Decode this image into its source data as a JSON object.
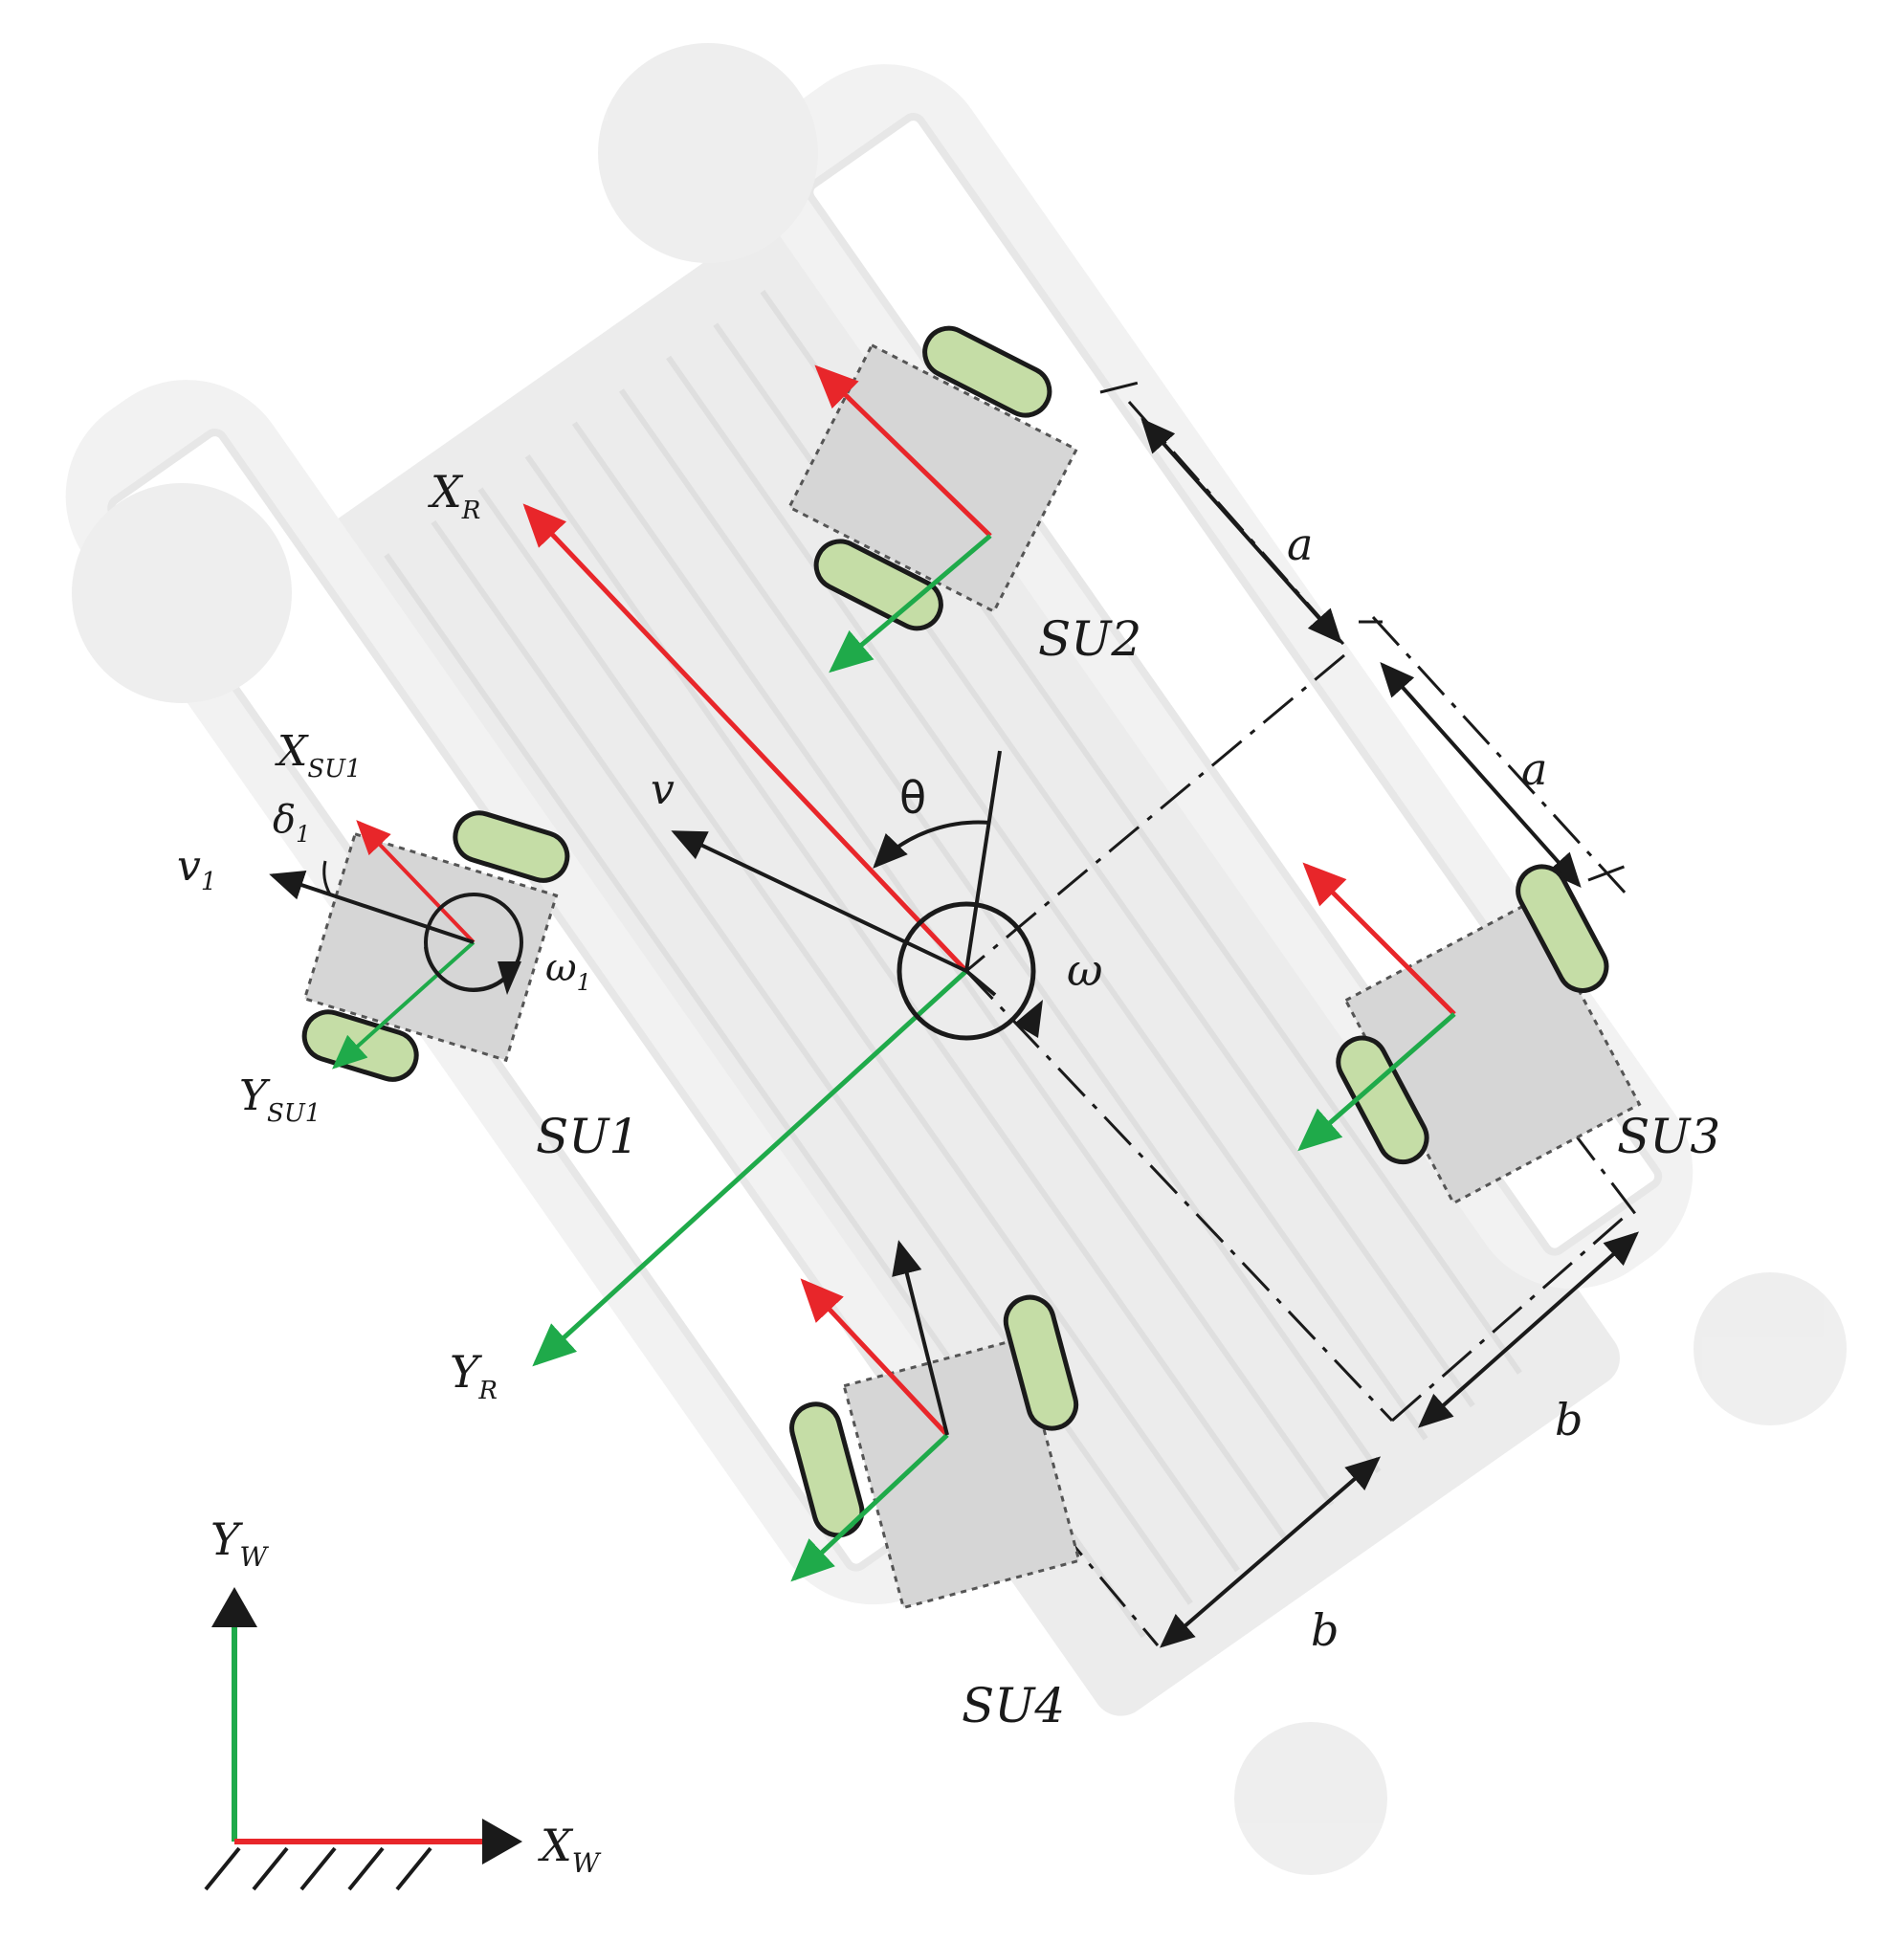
{
  "labels": {
    "x_robot": "X",
    "x_robot_sub": "R",
    "y_robot": "Y",
    "y_robot_sub": "R",
    "x_world": "X",
    "x_world_sub": "W",
    "y_world": "Y",
    "y_world_sub": "W",
    "x_su1": "X",
    "x_su1_sub": "SU1",
    "y_su1": "Y",
    "y_su1_sub": "SU1",
    "v": "v",
    "v1": "v",
    "v1_sub": "1",
    "delta1": "δ",
    "delta1_sub": "1",
    "omega": "ω",
    "omega1": "ω",
    "omega1_sub": "1",
    "theta": "θ",
    "su1": "SU1",
    "su2": "SU2",
    "su3": "SU3",
    "su4": "SU4",
    "a_top": "a",
    "a_bottom": "a",
    "b_top": "b",
    "b_bottom": "b"
  },
  "colors": {
    "x_axis": "#e8262a",
    "y_axis": "#1faa4a",
    "wheel_fill": "#c5dda6",
    "unit_fill": "#d6d6d6",
    "chassis_fill": "#e6e6e6",
    "ink": "#1a1a1a"
  }
}
